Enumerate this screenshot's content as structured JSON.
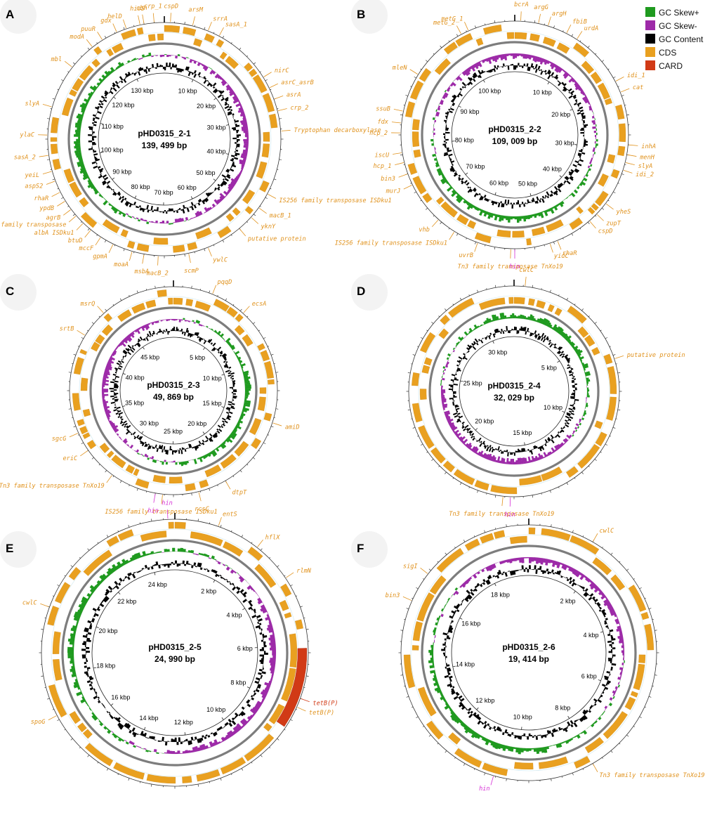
{
  "colors": {
    "skew_pos": "#1f9a1f",
    "skew_neg": "#9d2aa8",
    "gc_content": "#000000",
    "cds": "#e9a020",
    "card": "#d13a16",
    "backbone": "#7d7d7d",
    "label": "#e0921d",
    "hin_label": "#d62fd6"
  },
  "legend": [
    {
      "label": "GC Skew+",
      "color": "#1f9a1f"
    },
    {
      "label": "GC Skew-",
      "color": "#9d2aa8"
    },
    {
      "label": "GC Content",
      "color": "#000000"
    },
    {
      "label": "CDS",
      "color": "#e9a020"
    },
    {
      "label": "CARD",
      "color": "#d13a16"
    }
  ],
  "panels": [
    {
      "letter": "A",
      "name": "pHD0315_2-1",
      "length": "139, 499 bp",
      "length_bp": 139499,
      "ticks": [
        "10 kbp",
        "20 kbp",
        "30 kbp",
        "40 kbp",
        "50 kbp",
        "60 kbp",
        "70 kbp",
        "80 kbp",
        "90 kbp",
        "100 kbp",
        "110 kbp",
        "120 kbp",
        "130 kbp"
      ],
      "genes": [
        {
          "name": "crp_1",
          "angle": -5
        },
        {
          "name": "hisS",
          "angle": -12
        },
        {
          "name": "cspD",
          "angle": 3
        },
        {
          "name": "arsM",
          "angle": 14
        },
        {
          "name": "srrA",
          "angle": 22
        },
        {
          "name": "sasA_1",
          "angle": 28
        },
        {
          "name": "nirC",
          "angle": 58
        },
        {
          "name": "asrC_asrB",
          "angle": 64
        },
        {
          "name": "asrA",
          "angle": 70
        },
        {
          "name": "crp_2",
          "angle": 76
        },
        {
          "name": "Tryptophan decarboxylase",
          "angle": 86
        },
        {
          "name": "IS256 family transposase ISDku1",
          "angle": 118
        },
        {
          "name": "macB_1",
          "angle": 126
        },
        {
          "name": "yknY",
          "angle": 132
        },
        {
          "name": "putative protein",
          "angle": 140
        },
        {
          "name": "ywlC",
          "angle": 158
        },
        {
          "name": "scmP",
          "angle": 168
        },
        {
          "name": "macB_2",
          "angle": 183
        },
        {
          "name": "msbA",
          "angle": 190
        },
        {
          "name": "moaA",
          "angle": 196
        },
        {
          "name": "gpmA",
          "angle": 206
        },
        {
          "name": "mccF",
          "angle": 213
        },
        {
          "name": "btuD",
          "angle": 219
        },
        {
          "name": "albA ISDku1",
          "angle": 224
        },
        {
          "name": "IS256 family transposase",
          "angle": 229
        },
        {
          "name": "agrB",
          "angle": 233
        },
        {
          "name": "ypdB",
          "angle": 238
        },
        {
          "name": "rhaR",
          "angle": 243
        },
        {
          "name": "aspS2",
          "angle": 249
        },
        {
          "name": "yeiL",
          "angle": 254
        },
        {
          "name": "sasA_2",
          "angle": 262
        },
        {
          "name": "ylaC",
          "angle": 272
        },
        {
          "name": "slyA",
          "angle": 286
        },
        {
          "name": "mbl",
          "angle": 308
        },
        {
          "name": "modA",
          "angle": 322
        },
        {
          "name": "puuR",
          "angle": 328
        },
        {
          "name": "gdx",
          "angle": 336
        },
        {
          "name": "helD",
          "angle": 341
        },
        {
          "name": "cbh",
          "angle": 350
        }
      ]
    },
    {
      "letter": "B",
      "name": "pHD0315_2-2",
      "length": "109, 009 bp",
      "length_bp": 109009,
      "ticks": [
        "10 kbp",
        "20 kbp",
        "30 kbp",
        "40 kbp",
        "50 kbp",
        "60 kbp",
        "70 kbp",
        "80 kbp",
        "90 kbp",
        "100 kbp"
      ],
      "genes": [
        {
          "name": "metG_2",
          "angle": -28
        },
        {
          "name": "metG_1",
          "angle": -24
        },
        {
          "name": "bcrA",
          "angle": 3
        },
        {
          "name": "argG",
          "angle": 12
        },
        {
          "name": "argH",
          "angle": 17
        },
        {
          "name": "fbiB",
          "angle": 27
        },
        {
          "name": "urdA",
          "angle": 33
        },
        {
          "name": "idi_1",
          "angle": 62
        },
        {
          "name": "cat",
          "angle": 68
        },
        {
          "name": "inhA",
          "angle": 95
        },
        {
          "name": "menH",
          "angle": 100
        },
        {
          "name": "slyA",
          "angle": 104
        },
        {
          "name": "idi_2",
          "angle": 108
        },
        {
          "name": "yheS",
          "angle": 127
        },
        {
          "name": "zupT",
          "angle": 134
        },
        {
          "name": "cspD",
          "angle": 139
        },
        {
          "name": "rhaR",
          "angle": 158
        },
        {
          "name": "yidC",
          "angle": 162
        },
        {
          "name": "Tn3 family transposase TnXo19",
          "angle": 182
        },
        {
          "name": "hin",
          "angle": 180,
          "hin": true
        },
        {
          "name": "uvrB",
          "angle": 199
        },
        {
          "name": "IS256 family transposase ISDku1",
          "angle": 212
        },
        {
          "name": "vhb",
          "angle": 222
        },
        {
          "name": "murJ",
          "angle": 244
        },
        {
          "name": "bin3",
          "angle": 250
        },
        {
          "name": "hcp_1",
          "angle": 256
        },
        {
          "name": "iscU",
          "angle": 261
        },
        {
          "name": "hcp_2",
          "angle": 271
        },
        {
          "name": "fdx",
          "angle": 276
        },
        {
          "name": "ssuB",
          "angle": 282
        },
        {
          "name": "mleN",
          "angle": 302
        }
      ]
    },
    {
      "letter": "C",
      "name": "pHD0315_2-3",
      "length": "49, 869 bp",
      "length_bp": 49869,
      "ticks": [
        "5 kbp",
        "10 kbp",
        "15 kbp",
        "20 kbp",
        "25 kbp",
        "30 kbp",
        "35 kbp",
        "40 kbp",
        "45 kbp"
      ],
      "genes": [
        {
          "name": "pqqD",
          "angle": 22
        },
        {
          "name": "ecsA",
          "angle": 42
        },
        {
          "name": "amiD",
          "angle": 108
        },
        {
          "name": "dtpT",
          "angle": 150
        },
        {
          "name": "rcsC",
          "angle": 166
        },
        {
          "name": "IS256 family transposase ISDku1",
          "angle": 186
        },
        {
          "name": "hin",
          "angle": 190,
          "hin": true
        },
        {
          "name": "Tn3 family transposase TnXo19",
          "angle": 216
        },
        {
          "name": "eriC",
          "angle": 235
        },
        {
          "name": "sgcG",
          "angle": 246
        },
        {
          "name": "srtB",
          "angle": 302
        },
        {
          "name": "msrQ",
          "angle": 318
        }
      ]
    },
    {
      "letter": "D",
      "name": "pHD0315_2-4",
      "length": "32, 029 bp",
      "length_bp": 32029,
      "ticks": [
        "5 kbp",
        "10 kbp",
        "15 kbp",
        "20 kbp",
        "25 kbp",
        "30 kbp"
      ],
      "genes": [
        {
          "name": "cwlC",
          "angle": 6
        },
        {
          "name": "putative protein",
          "angle": 72
        },
        {
          "name": "Tn3 family transposase TnXo19",
          "angle": 186
        },
        {
          "name": "hin",
          "angle": 182,
          "hin": true
        }
      ]
    },
    {
      "letter": "E",
      "name": "pHD0315_2-5",
      "length": "24, 990 bp",
      "length_bp": 24990,
      "ticks": [
        "2 kbp",
        "4 kbp",
        "6 kbp",
        "8 kbp",
        "10 kbp",
        "12 kbp",
        "14 kbp",
        "16 kbp",
        "18 kbp",
        "20 kbp",
        "22 kbp",
        "24 kbp"
      ],
      "genes": [
        {
          "name": "hin",
          "angle": -3,
          "hin": true
        },
        {
          "name": "entS",
          "angle": 19
        },
        {
          "name": "hflX",
          "angle": 38
        },
        {
          "name": "rlmN",
          "angle": 56
        },
        {
          "name": "tetB(P)",
          "angle": 110,
          "card": true
        },
        {
          "name": "tetB(P)",
          "angle": 114
        },
        {
          "name": "spoG",
          "angle": 242
        },
        {
          "name": "cwlC",
          "angle": 290
        }
      ],
      "card_genes": [
        {
          "start_deg": 88,
          "end_deg": 124
        }
      ]
    },
    {
      "letter": "F",
      "name": "pHD0315_2-6",
      "length": "19, 414 bp",
      "length_bp": 19414,
      "ticks": [
        "2 kbp",
        "4 kbp",
        "6 kbp",
        "8 kbp",
        "10 kbp",
        "12 kbp",
        "14 kbp",
        "16 kbp",
        "18 kbp"
      ],
      "genes": [
        {
          "name": "cwlC",
          "angle": 30
        },
        {
          "name": "Tn3 family transposase TnXo19",
          "angle": 150
        },
        {
          "name": "hin",
          "angle": 196,
          "hin": true
        },
        {
          "name": "bin3",
          "angle": 294
        },
        {
          "name": "sigI",
          "angle": 308
        }
      ]
    }
  ]
}
